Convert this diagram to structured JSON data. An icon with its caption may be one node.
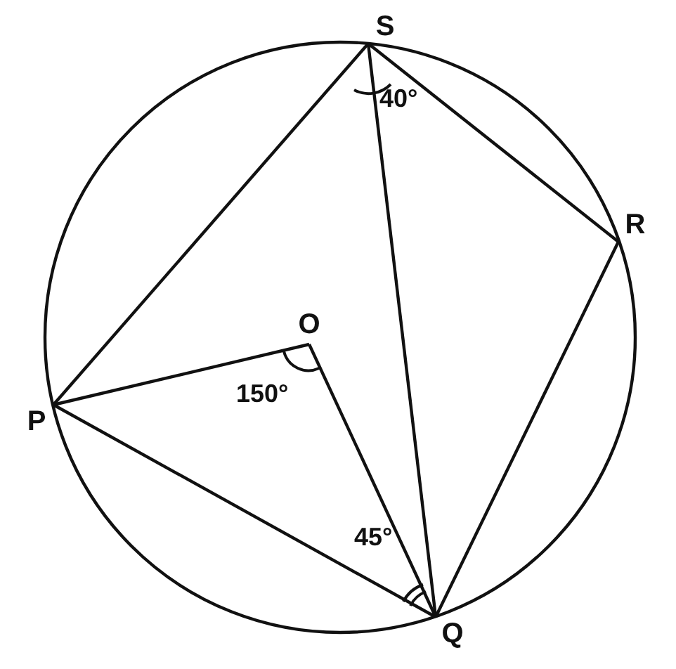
{
  "diagram": {
    "nodes": [
      {
        "text": [
          "S"
        ]
      },
      {
        "text": [
          "R"
        ]
      },
      {
        "text": [
          "O"
        ]
      },
      {
        "text": [
          "P"
        ]
      },
      {
        "text": [
          "Q"
        ]
      }
    ],
    "edges": [
      {
        "from": 0,
        "to": 3,
        "arrow": "none"
      },
      {
        "from": 0,
        "to": 4,
        "arrow": "none"
      },
      {
        "from": 0,
        "to": 1,
        "arrow": "none"
      },
      {
        "from": 1,
        "to": 4,
        "arrow": "none"
      },
      {
        "from": 3,
        "to": 4,
        "arrow": "none"
      },
      {
        "from": 2,
        "to": 3,
        "arrow": "none"
      },
      {
        "from": 2,
        "to": 4,
        "arrow": "none"
      }
    ],
    "labels": [
      "40°",
      "150°",
      "45°"
    ]
  }
}
